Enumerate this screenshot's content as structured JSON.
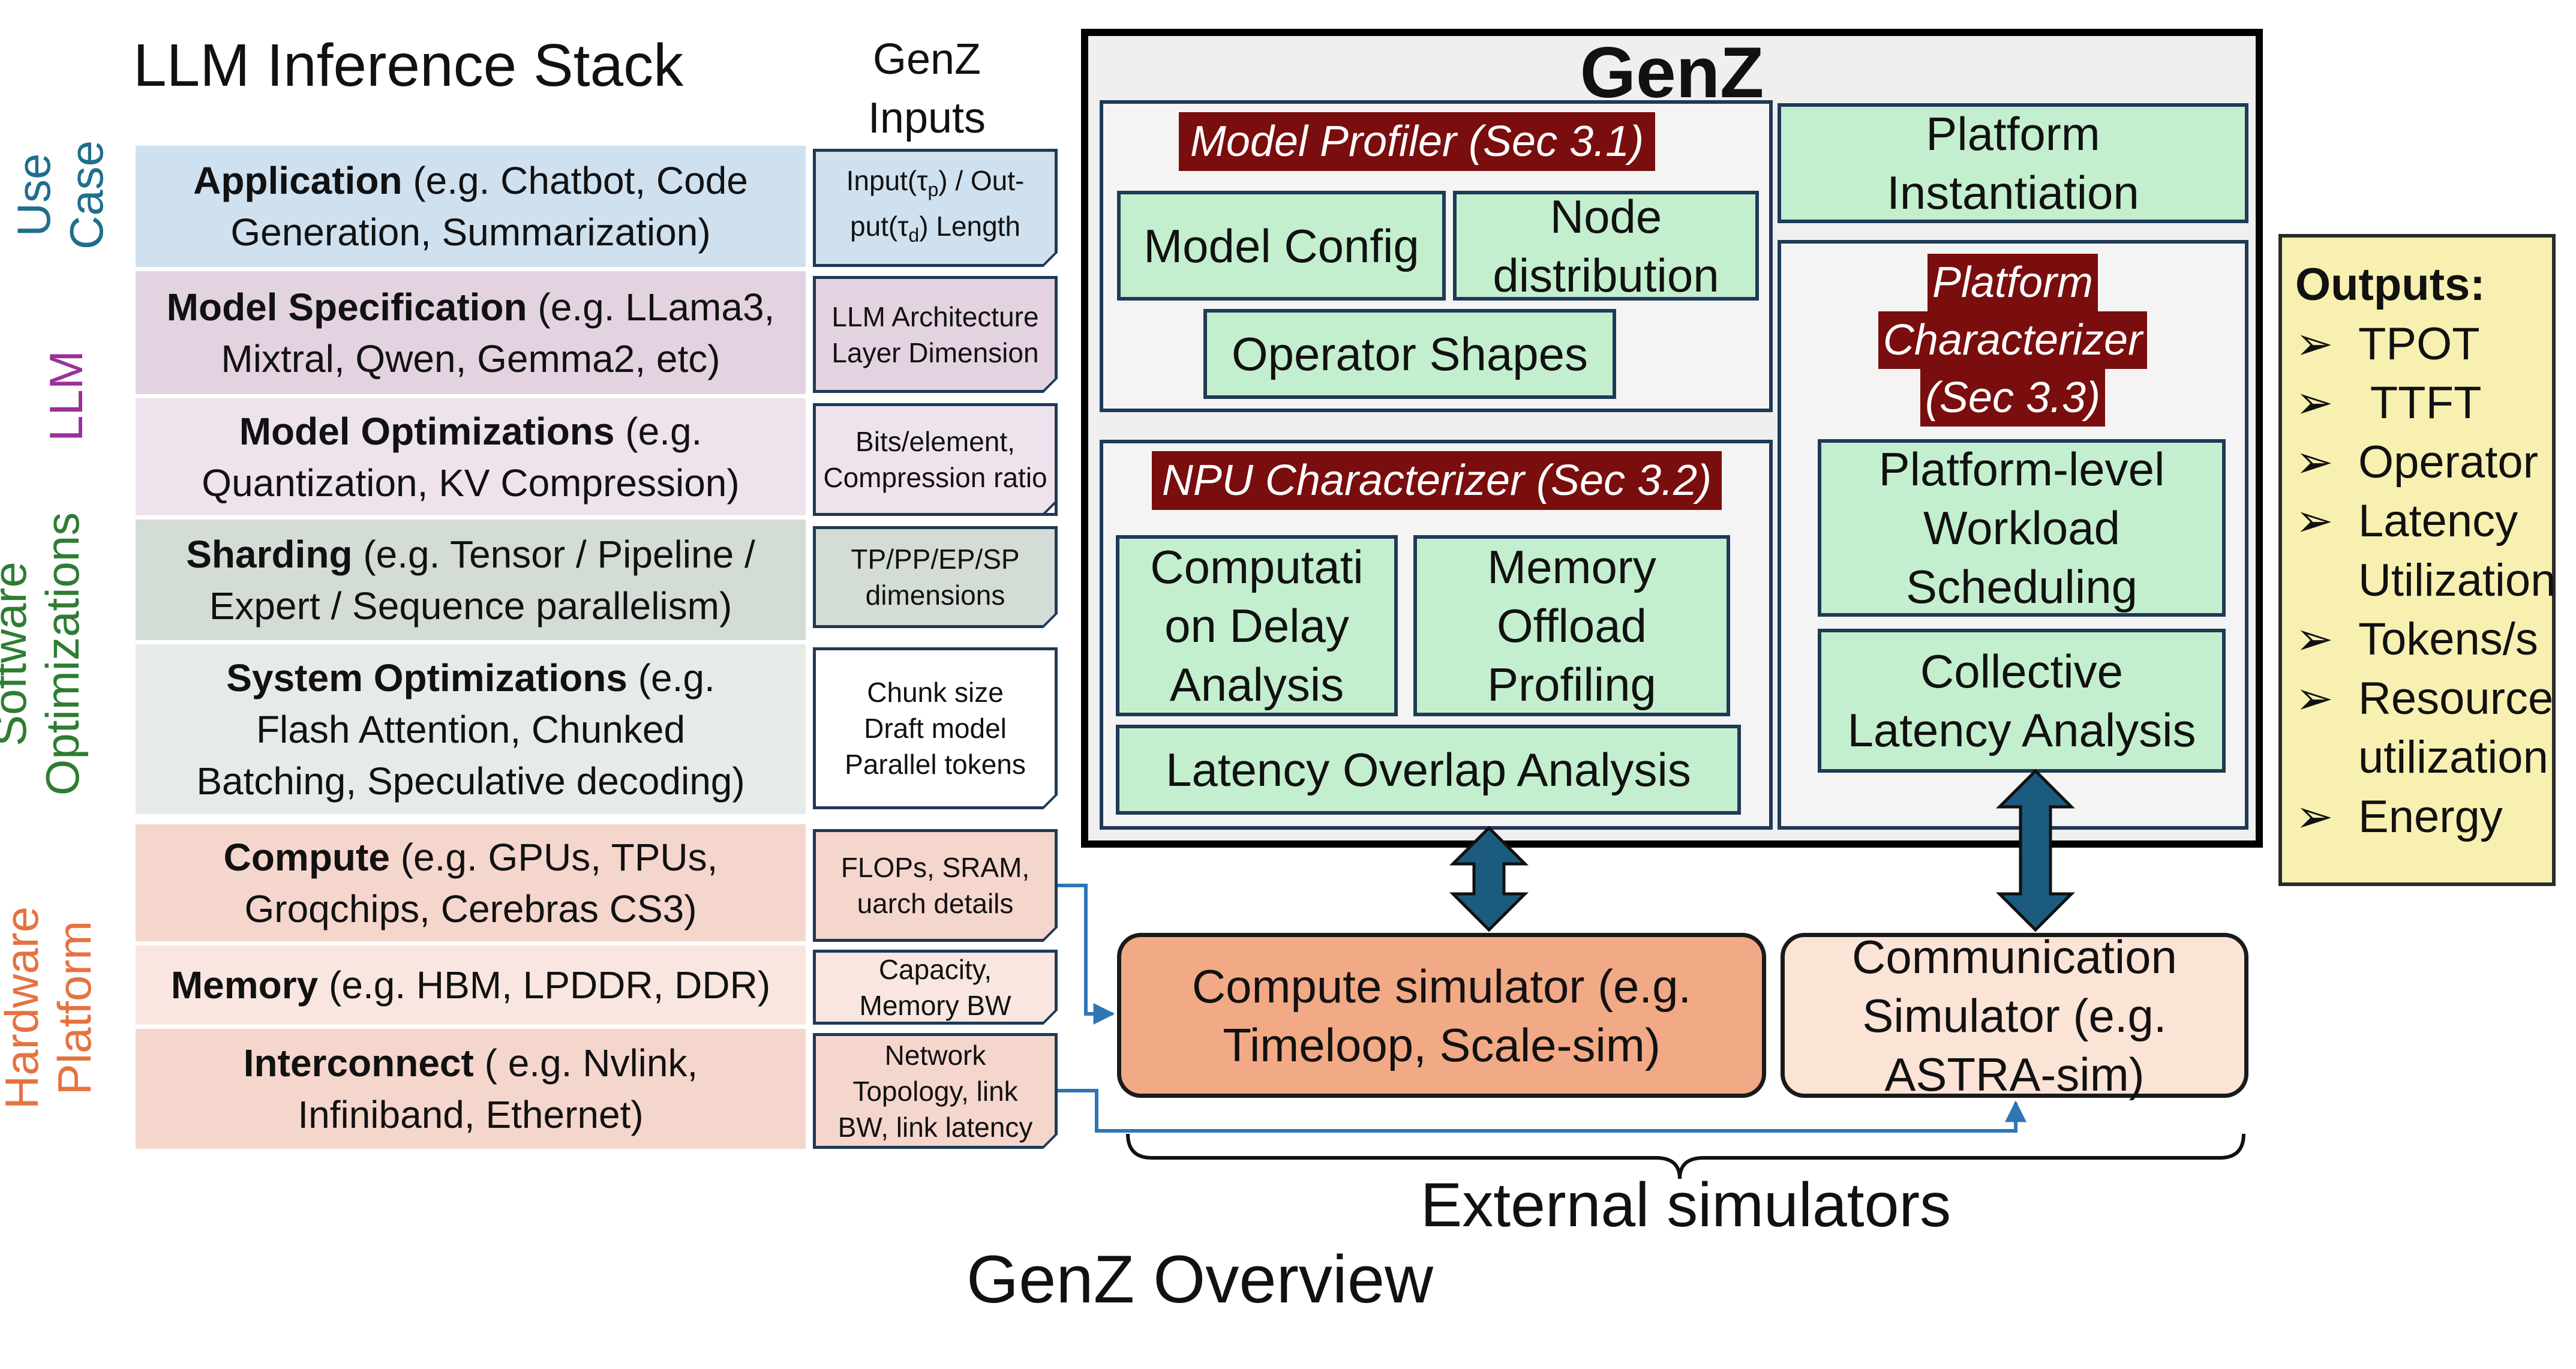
{
  "title": "LLM Inference Stack",
  "inputs_header": [
    "GenZ",
    "Inputs"
  ],
  "categories": {
    "use_case": [
      "Use",
      "Case"
    ],
    "llm": "LLM",
    "software": [
      "Software",
      "Optimizations"
    ],
    "hardware": [
      "Hardware",
      "Platform"
    ]
  },
  "stack": [
    {
      "bold": "Application",
      "rest1": " (e.g. Chatbot, Code",
      "line2": "Generation, Summarization)",
      "color": "#cfe0ef"
    },
    {
      "bold": "Model Specification",
      "rest1": " (e.g. LLama3,",
      "line2": "Mixtral, Qwen, Gemma2, etc)",
      "color": "#e3d3e1"
    },
    {
      "bold": "Model Optimizations",
      "rest1": " (e.g.",
      "line2": "Quantization, KV Compression)",
      "color": "#eee3ec"
    },
    {
      "bold": "Sharding",
      "rest1": " (e.g. Tensor / Pipeline /",
      "line2": "Expert / Sequence parallelism)",
      "color": "#d4dcd6"
    },
    {
      "bold": "System Optimizations",
      "rest1": " (e.g.",
      "line2": "Flash Attention, Chunked",
      "line3": "Batching, Speculative decoding)",
      "color": "#e6ebe7"
    },
    {
      "bold": "Compute",
      "rest1": " (e.g. GPUs, TPUs,",
      "line2": "Groqchips, Cerebras CS3)",
      "color": "#f5d6cd"
    },
    {
      "bold": "Memory",
      "rest1": " (e.g. HBM, LPDDR, DDR)",
      "color": "#f9e6e0"
    },
    {
      "bold": "Interconnect",
      "rest1": " ( e.g. Nvlink,",
      "line2": "Infiniband, Ethernet)",
      "color": "#f5d6cd"
    }
  ],
  "inputs": [
    {
      "l1": "Input(τ",
      "s1": "p",
      "m1": ") / Out-",
      "l2": "put(τ",
      "s2": "d",
      "m2": ") Length",
      "color": "#cfe0ef"
    },
    {
      "l1": "LLM Architecture",
      "l2": "Layer Dimension",
      "color": "#e3d3e1"
    },
    {
      "l1": "Bits/element,",
      "l2": "Compression ratio",
      "color": "#eee3ec"
    },
    {
      "l1": "TP/PP/EP/SP",
      "l2": "dimensions",
      "color": "#d4dcd6"
    },
    {
      "l1": "Chunk size",
      "l2": "Draft model",
      "l3": "Parallel tokens",
      "color": "#e6ebe7"
    },
    {
      "l1": "FLOPs, SRAM,",
      "l2": "uarch details",
      "color": "#f5d6cd"
    },
    {
      "l1": "Capacity,",
      "l2": "Memory BW",
      "color": "#f9e6e0"
    },
    {
      "l1": "Network",
      "l2": "Topology, link",
      "l3": "BW, link latency",
      "color": "#f5d6cd"
    }
  ],
  "genz": {
    "title": "GenZ",
    "model_profiler": "Model Profiler (Sec 3.1)",
    "model_config": "Model Config",
    "node_distribution": [
      "Node",
      "distribution"
    ],
    "operator_shapes": "Operator Shapes",
    "npu_characterizer": "NPU Characterizer (Sec 3.2)",
    "computation_delay": [
      "Computati",
      "on Delay",
      "Analysis"
    ],
    "memory_offload": [
      "Memory",
      "Offload",
      "Profiling"
    ],
    "latency_overlap": "Latency Overlap Analysis",
    "platform_instantiation": [
      "Platform",
      "Instantiation"
    ],
    "platform_characterizer": [
      "Platform",
      "Characterizer",
      "(Sec 3.3)"
    ],
    "platform_scheduling": [
      "Platform-level",
      "Workload",
      "Scheduling"
    ],
    "collective_latency": [
      "Collective",
      "Latency Analysis"
    ]
  },
  "outputs": {
    "header": "Outputs:",
    "items": [
      "TPOT",
      " TTFT",
      "Operator",
      "Latency",
      "Utilization",
      "Tokens/s",
      "Resource",
      "utilization",
      "Energy"
    ]
  },
  "compute_sim": [
    "Compute simulator (e.g.",
    "Timeloop, Scale-sim)"
  ],
  "comm_sim": [
    "Communication",
    "Simulator (e.g.",
    "ASTRA-sim)"
  ],
  "external": "External simulators",
  "overview": "GenZ Overview",
  "colors": {
    "arrow": "#1b5c7e",
    "connector": "#2e75b6",
    "red_label": "#7a0d0d",
    "green_box": "#c4efcf",
    "compute_sim": "#f2a985",
    "comm_sim": "#fbe3d6",
    "outputs_bg": "#f7f0b0"
  }
}
